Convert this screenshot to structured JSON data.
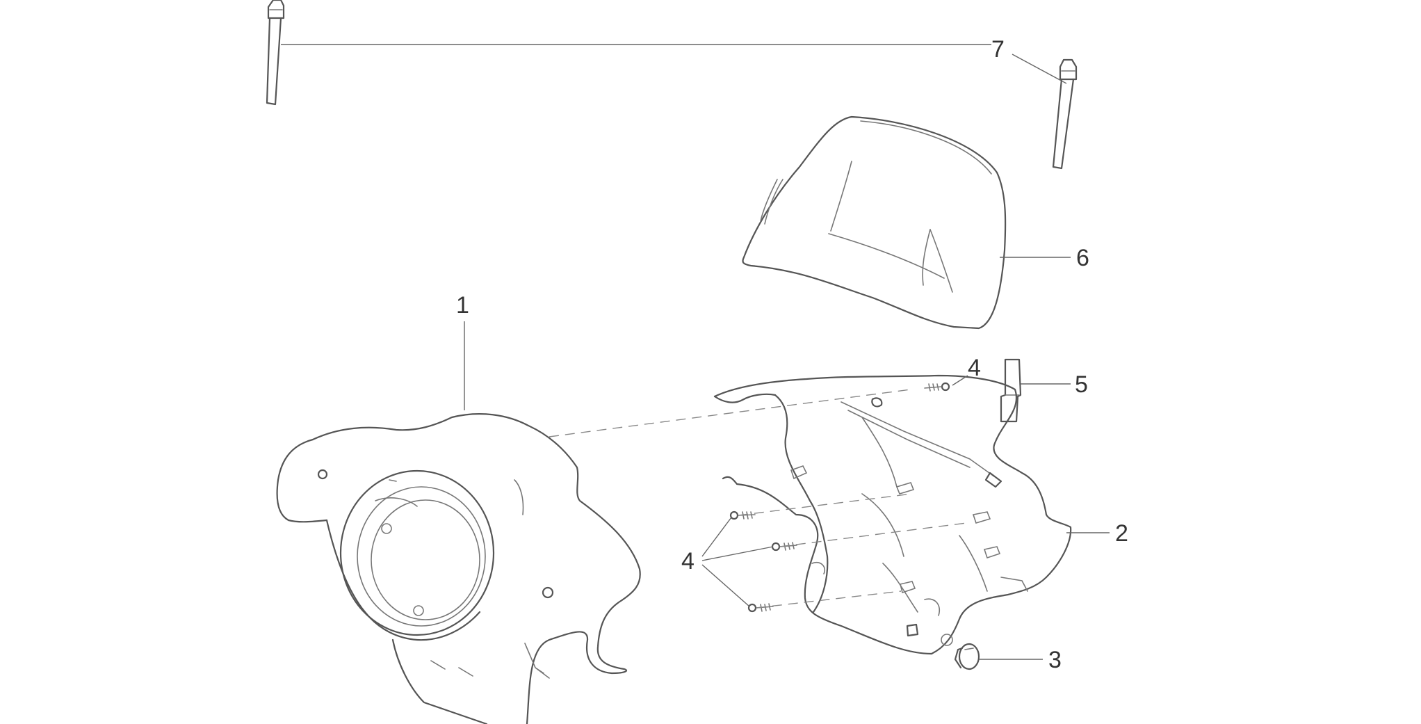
{
  "callouts": {
    "c1": "1",
    "c2": "2",
    "c3": "3",
    "c4a": "4",
    "c4b": "4",
    "c5": "5",
    "c6": "6",
    "c7": "7"
  },
  "colors": {
    "line": "#555555",
    "text": "#333333",
    "background": "#ffffff"
  }
}
